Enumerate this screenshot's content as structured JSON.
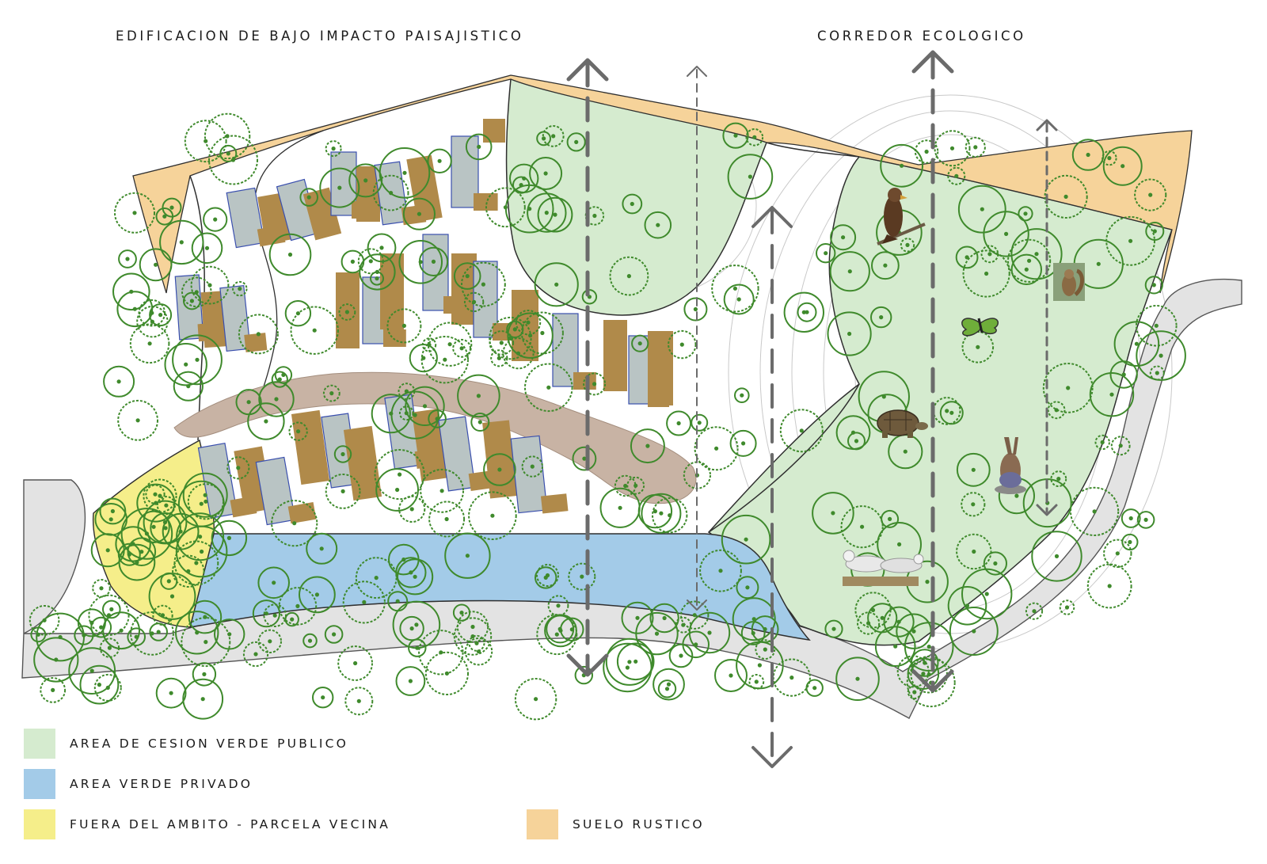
{
  "headings": {
    "left": "EDIFICACION DE BAJO IMPACTO PAISAJISTICO",
    "right": "CORREDOR ECOLOGICO"
  },
  "legend": [
    {
      "label": "AREA DE CESION VERDE PUBLICO",
      "color": "#d5ebcf"
    },
    {
      "label": "AREA VERDE PRIVADO",
      "color": "#a3cbe8"
    },
    {
      "label": "FUERA DEL AMBITO - PARCELA VECINA",
      "color": "#f5ee8a"
    },
    {
      "label": "SUELO RUSTICO",
      "color": "#f6d39a"
    }
  ],
  "palette": {
    "public_green": "#d5ebcf",
    "private_green": "#a3cbe8",
    "neighbor_parcel": "#f5ee8a",
    "rustic_soil": "#f6d39a",
    "road": "#e3e3e3",
    "path": "#c8b3a4",
    "building_roof": "#b08a4a",
    "building_glass": "#b9c4c4",
    "tree": "#3f8a2c",
    "arrow": "#6b6b6b"
  },
  "wildlife_icons": [
    "eagle-icon",
    "squirrel-icon",
    "butterfly-icon",
    "tortoise-icon",
    "hare-icon",
    "gull-icon"
  ]
}
